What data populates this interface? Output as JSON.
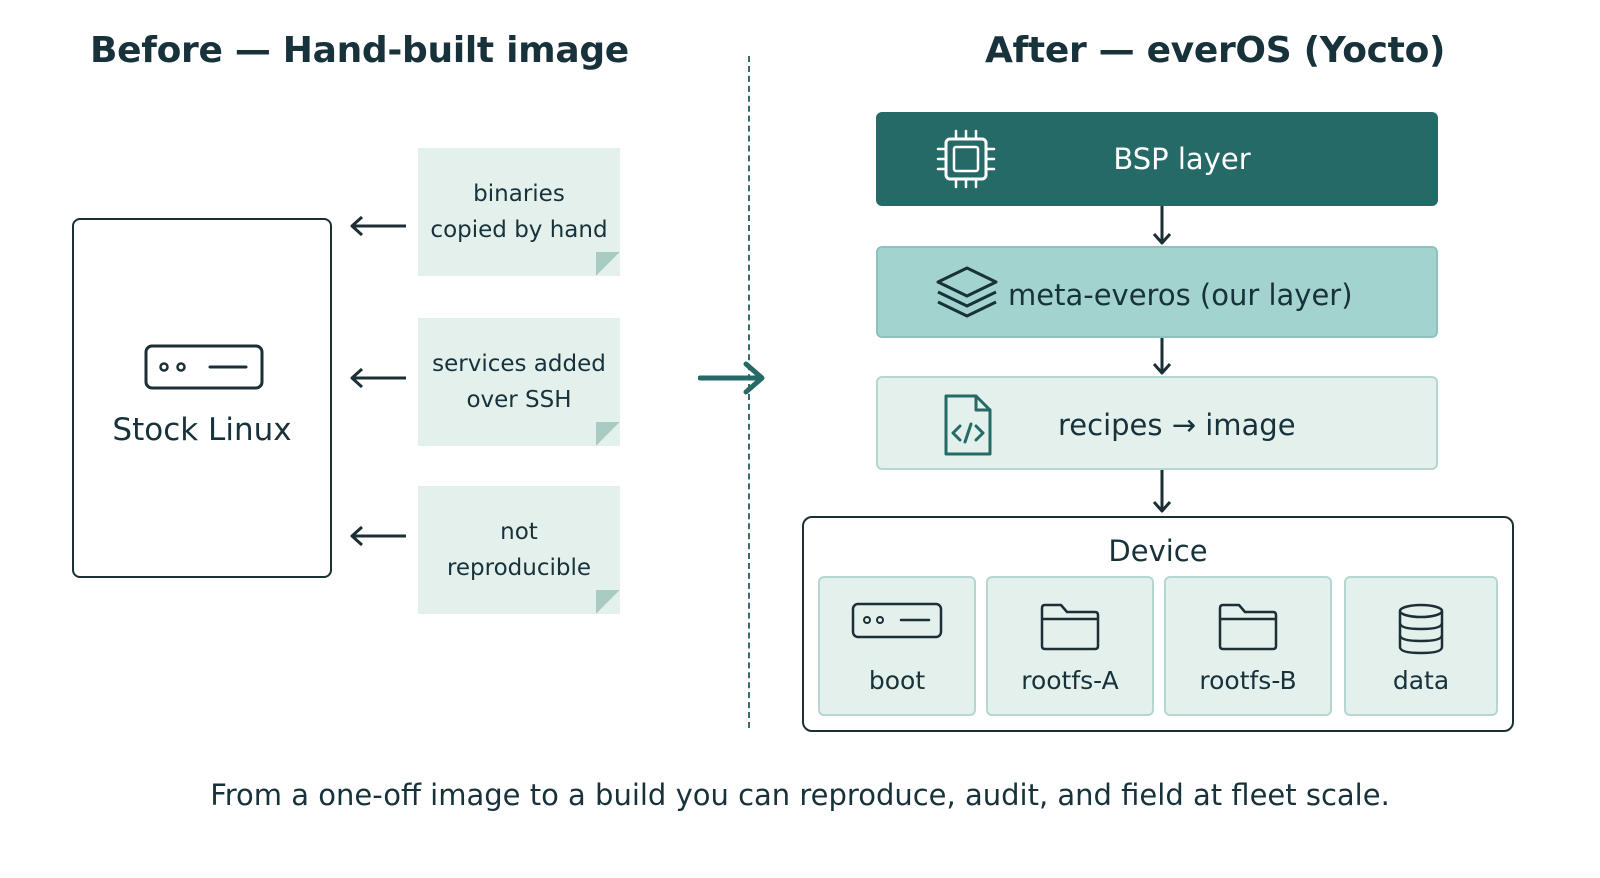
{
  "titles": {
    "before": "Before — Hand-built image",
    "after": "After — everOS (Yocto)"
  },
  "before": {
    "box_label": "Stock Linux",
    "box_icon": "server-icon",
    "notes": [
      {
        "line1": "binaries",
        "line2": "copied by hand"
      },
      {
        "line1": "services added",
        "line2": "over SSH"
      },
      {
        "line1": "not",
        "line2": "reproducible"
      }
    ]
  },
  "after": {
    "layers": [
      {
        "label": "BSP layer",
        "icon": "chip-icon"
      },
      {
        "label": "meta-everos (our layer)",
        "icon": "layers-icon"
      },
      {
        "label": "recipes → image",
        "icon": "code-file-icon"
      }
    ],
    "device": {
      "title": "Device",
      "partitions": [
        {
          "label": "boot",
          "icon": "server-icon"
        },
        {
          "label": "rootfs-A",
          "icon": "folder-icon"
        },
        {
          "label": "rootfs-B",
          "icon": "folder-icon"
        },
        {
          "label": "data",
          "icon": "database-icon"
        }
      ]
    }
  },
  "caption": "From a one-off image to a build you can reproduce, audit, and field at fleet scale.",
  "colors": {
    "dark_teal": "#266a67",
    "mid_teal": "#a3d3ce",
    "light_teal": "#e3f0ec",
    "ink": "#17323a"
  }
}
